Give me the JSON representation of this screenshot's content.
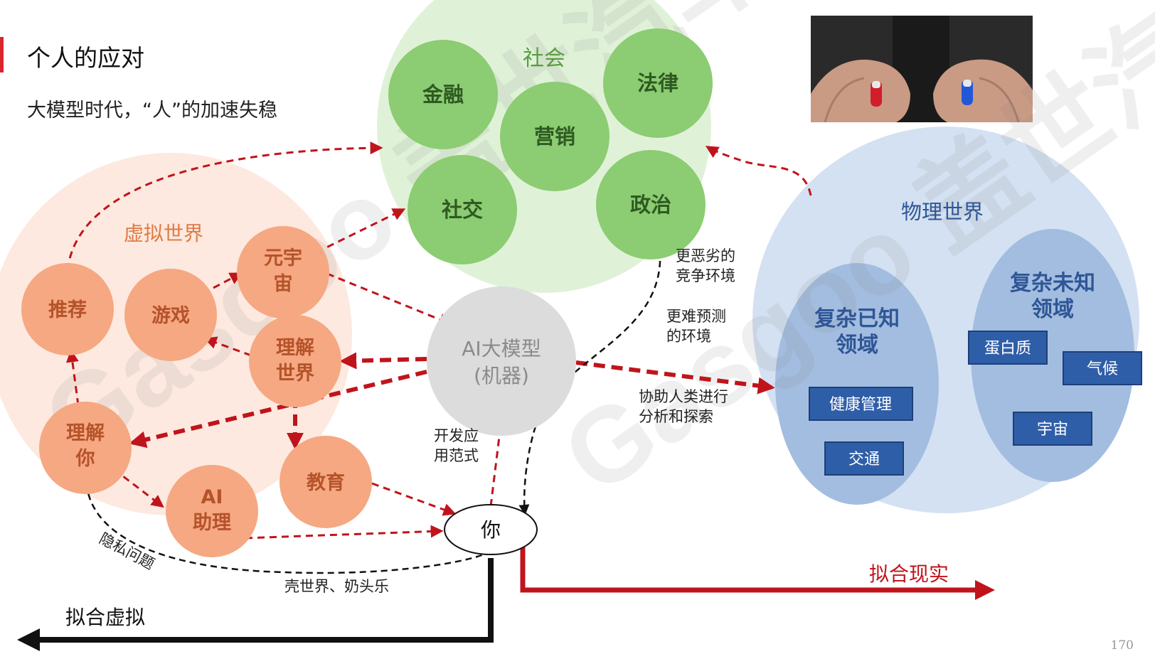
{
  "header": {
    "title": "个人的应对",
    "subtitle": "大模型时代，“人”的加速失稳"
  },
  "groups": {
    "society": "社会",
    "virtual_world": "虚拟世界",
    "physical_world": "物理世界",
    "known_domain": [
      "复杂已知",
      "领域"
    ],
    "unknown_domain": [
      "复杂未知",
      "领域"
    ]
  },
  "society_nodes": {
    "finance": "金融",
    "law": "法律",
    "marketing": "营销",
    "social": "社交",
    "politics": "政治"
  },
  "virtual_nodes": {
    "recommend": "推荐",
    "game": "游戏",
    "metaverse": [
      "元宇",
      "宙"
    ],
    "understand_world": [
      "理解",
      "世界"
    ],
    "understand_you": [
      "理解",
      "你"
    ],
    "education": "教育",
    "ai_assistant": [
      "AI",
      "助理"
    ]
  },
  "center": {
    "ai_model": [
      "AI大模型",
      "(机器)"
    ],
    "you": "你"
  },
  "known_items": [
    "健康管理",
    "交通"
  ],
  "unknown_items": [
    "蛋白质",
    "气候",
    "宇宙"
  ],
  "annotations": {
    "worse_competition": [
      "更恶劣的",
      "竞争环境"
    ],
    "unpredictable": [
      "更难预测",
      "的环境"
    ],
    "assist_humans": [
      "协助人类进行",
      "分析和探索"
    ],
    "dev_paradigm": [
      "开发应",
      "用范式"
    ],
    "privacy": "隐私问题",
    "shell_world": "壳世界、奶头乐"
  },
  "outcomes": {
    "fit_reality": "拟合现实",
    "fit_virtual": "拟合虚拟"
  },
  "watermark": "Gasgoo 盖世汽车",
  "page_number": "170",
  "colors": {
    "accent_red": "#c0141c",
    "society_bg": "#dff2d8",
    "society_node": "#8ccc72",
    "society_text": "#5a9c3e",
    "virtual_bg": "#fde9df",
    "virtual_node": "#f5a882",
    "virtual_text": "#e07a44",
    "physical_bg": "#d3e1f2",
    "physical_inner": "#a3bde0",
    "physical_text": "#2f5696",
    "item_box": "#2f5ea8"
  }
}
